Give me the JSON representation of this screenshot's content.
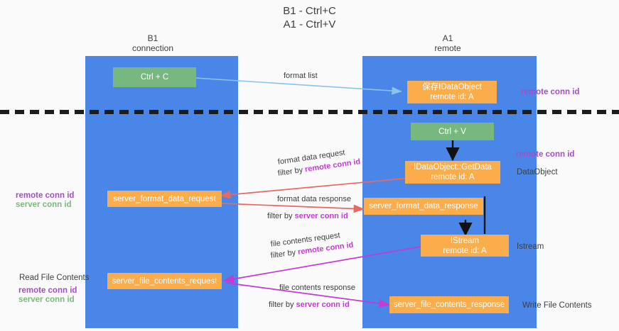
{
  "title": {
    "line1": "B1 - Ctrl+C",
    "line2": "A1 - Ctrl+V"
  },
  "columns": [
    {
      "name": "B1",
      "role": "connection"
    },
    {
      "name": "A1",
      "role": "remote"
    }
  ],
  "colors": {
    "lane": "#4a86e8",
    "node_green": "#76b87e",
    "node_orange": "#fbad4b",
    "accent_blue_arrow": "#8cc4e8",
    "accent_red_arrow": "#e8695f",
    "accent_magenta_arrow": "#c33bd1",
    "accent_black_arrow": "#111111",
    "text_purple": "#a64dc4",
    "text_green": "#7cba7c",
    "background": "#fafafa"
  },
  "nodes": {
    "ctrl_c": "Ctrl + C",
    "ctrl_v": "Ctrl + V",
    "save_dataobject_l1": "保存IDataObject",
    "save_dataobject_l2": "remote id: A",
    "getdata_l1": "IDataObject::GetData",
    "getdata_l2": "remote id: A",
    "istream_l1": "IStream",
    "istream_l2": "remote id: A",
    "server_format_data_request": "server_format_data_request",
    "server_format_data_response": "server_format_data_response",
    "server_file_contents_request": "server_file_contents_request",
    "server_file_contents_response": "server_file_contents_response"
  },
  "captions": {
    "format_list": "format list",
    "format_data_request": "format data request",
    "format_data_request_filter_prefix": "filter by ",
    "format_data_request_filter_key": "remote conn id",
    "format_data_response": "format data response",
    "format_data_response_filter_prefix": "filter by ",
    "format_data_response_filter_key": "server conn id",
    "file_contents_request": "file contents request",
    "file_contents_request_filter_prefix": "filter by ",
    "file_contents_request_filter_key": "remote conn id",
    "file_contents_response": "file contents response",
    "file_contents_response_filter_prefix": "filter by ",
    "file_contents_response_filter_key": "server conn id"
  },
  "side_labels": {
    "right_remote_conn_id_top": "remote conn id",
    "right_remote_conn_id_mid": "remote conn id",
    "right_dataobject": "DataObject",
    "right_istream": "Istream",
    "right_write_file_contents": "Write File Contents",
    "left_remote_conn_id_mid": "remote conn id",
    "left_server_conn_id_mid": "server conn id",
    "left_read_file_contents": "Read File Contents",
    "left_remote_conn_id_bottom": "remote conn id",
    "left_server_conn_id_bottom": "server conn id"
  }
}
